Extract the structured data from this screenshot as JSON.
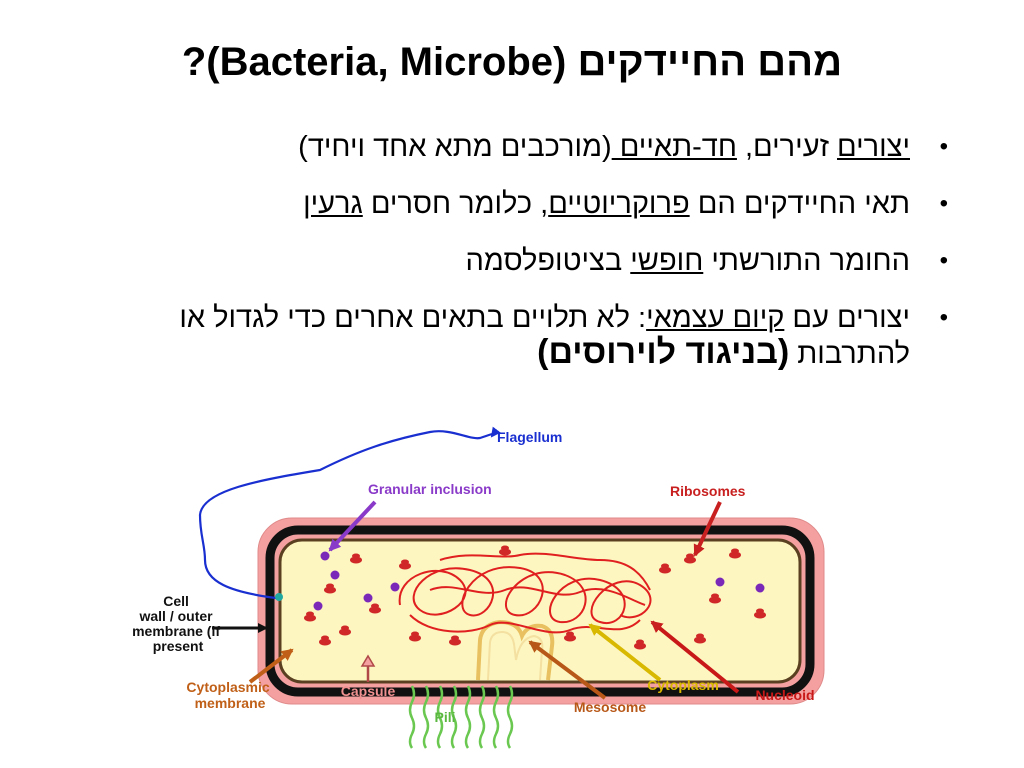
{
  "title": "מהם החיידקים (Bacteria, Microbe)?",
  "bullets": [
    {
      "parts": [
        {
          "text": "יצורים",
          "u": true
        },
        {
          "text": " זעירים, ",
          "u": false
        },
        {
          "text": "חד-תאיים ",
          "u": true
        },
        {
          "text": "(מורכבים מתא אחד ויחיד)",
          "u": false
        }
      ]
    },
    {
      "parts": [
        {
          "text": "תאי החיידקים הם ",
          "u": false
        },
        {
          "text": "פרוקריוטיים",
          "u": true
        },
        {
          "text": ", כלומר חסרים ",
          "u": false
        },
        {
          "text": "גרעין",
          "u": true
        }
      ]
    },
    {
      "parts": [
        {
          "text": "החומר התורשתי ",
          "u": false
        },
        {
          "text": "חופשי",
          "u": true
        },
        {
          "text": " בציטופלסמה",
          "u": false
        }
      ]
    },
    {
      "parts": [
        {
          "text": "יצורים עם ",
          "u": false
        },
        {
          "text": "קיום עצמאי",
          "u": true
        },
        {
          "text": ": לא תלויים בתאים אחרים כדי לגדול או להתרבות ",
          "u": false
        },
        {
          "text": "(בניגוד לוירוסים)",
          "u": false,
          "b": true
        }
      ]
    }
  ],
  "diagram": {
    "labels": {
      "flagellum": "Flagellum",
      "granular": "Granular inclusion",
      "ribosomes": "Ribosomes",
      "cellwall": [
        "Cell",
        "wall / outer",
        "membrane (if",
        "present"
      ],
      "cytoplasmic": [
        "Cytoplasmic",
        "membrane"
      ],
      "capsule": "Capsule",
      "pili": "Pili",
      "mesosome": "Mesosome",
      "cytoplasm": "Cytoplasm",
      "nucleoid": "Nucleoid"
    },
    "colors": {
      "flagellum": "#1a2fd0",
      "granular": "#8a3ac8",
      "ribosomes": "#c82020",
      "capsule_fill": "#f4a0a0",
      "capsule_text": "#f09090",
      "cytoplasm_fill": "#fdf6c0",
      "pili": "#6ac850",
      "mesosome": "#b85818",
      "cytoplasm_label": "#d8b800",
      "nucleoid": "#c81818",
      "cytoplasmic": "#c06018",
      "membrane_line": "#5a4020"
    }
  }
}
